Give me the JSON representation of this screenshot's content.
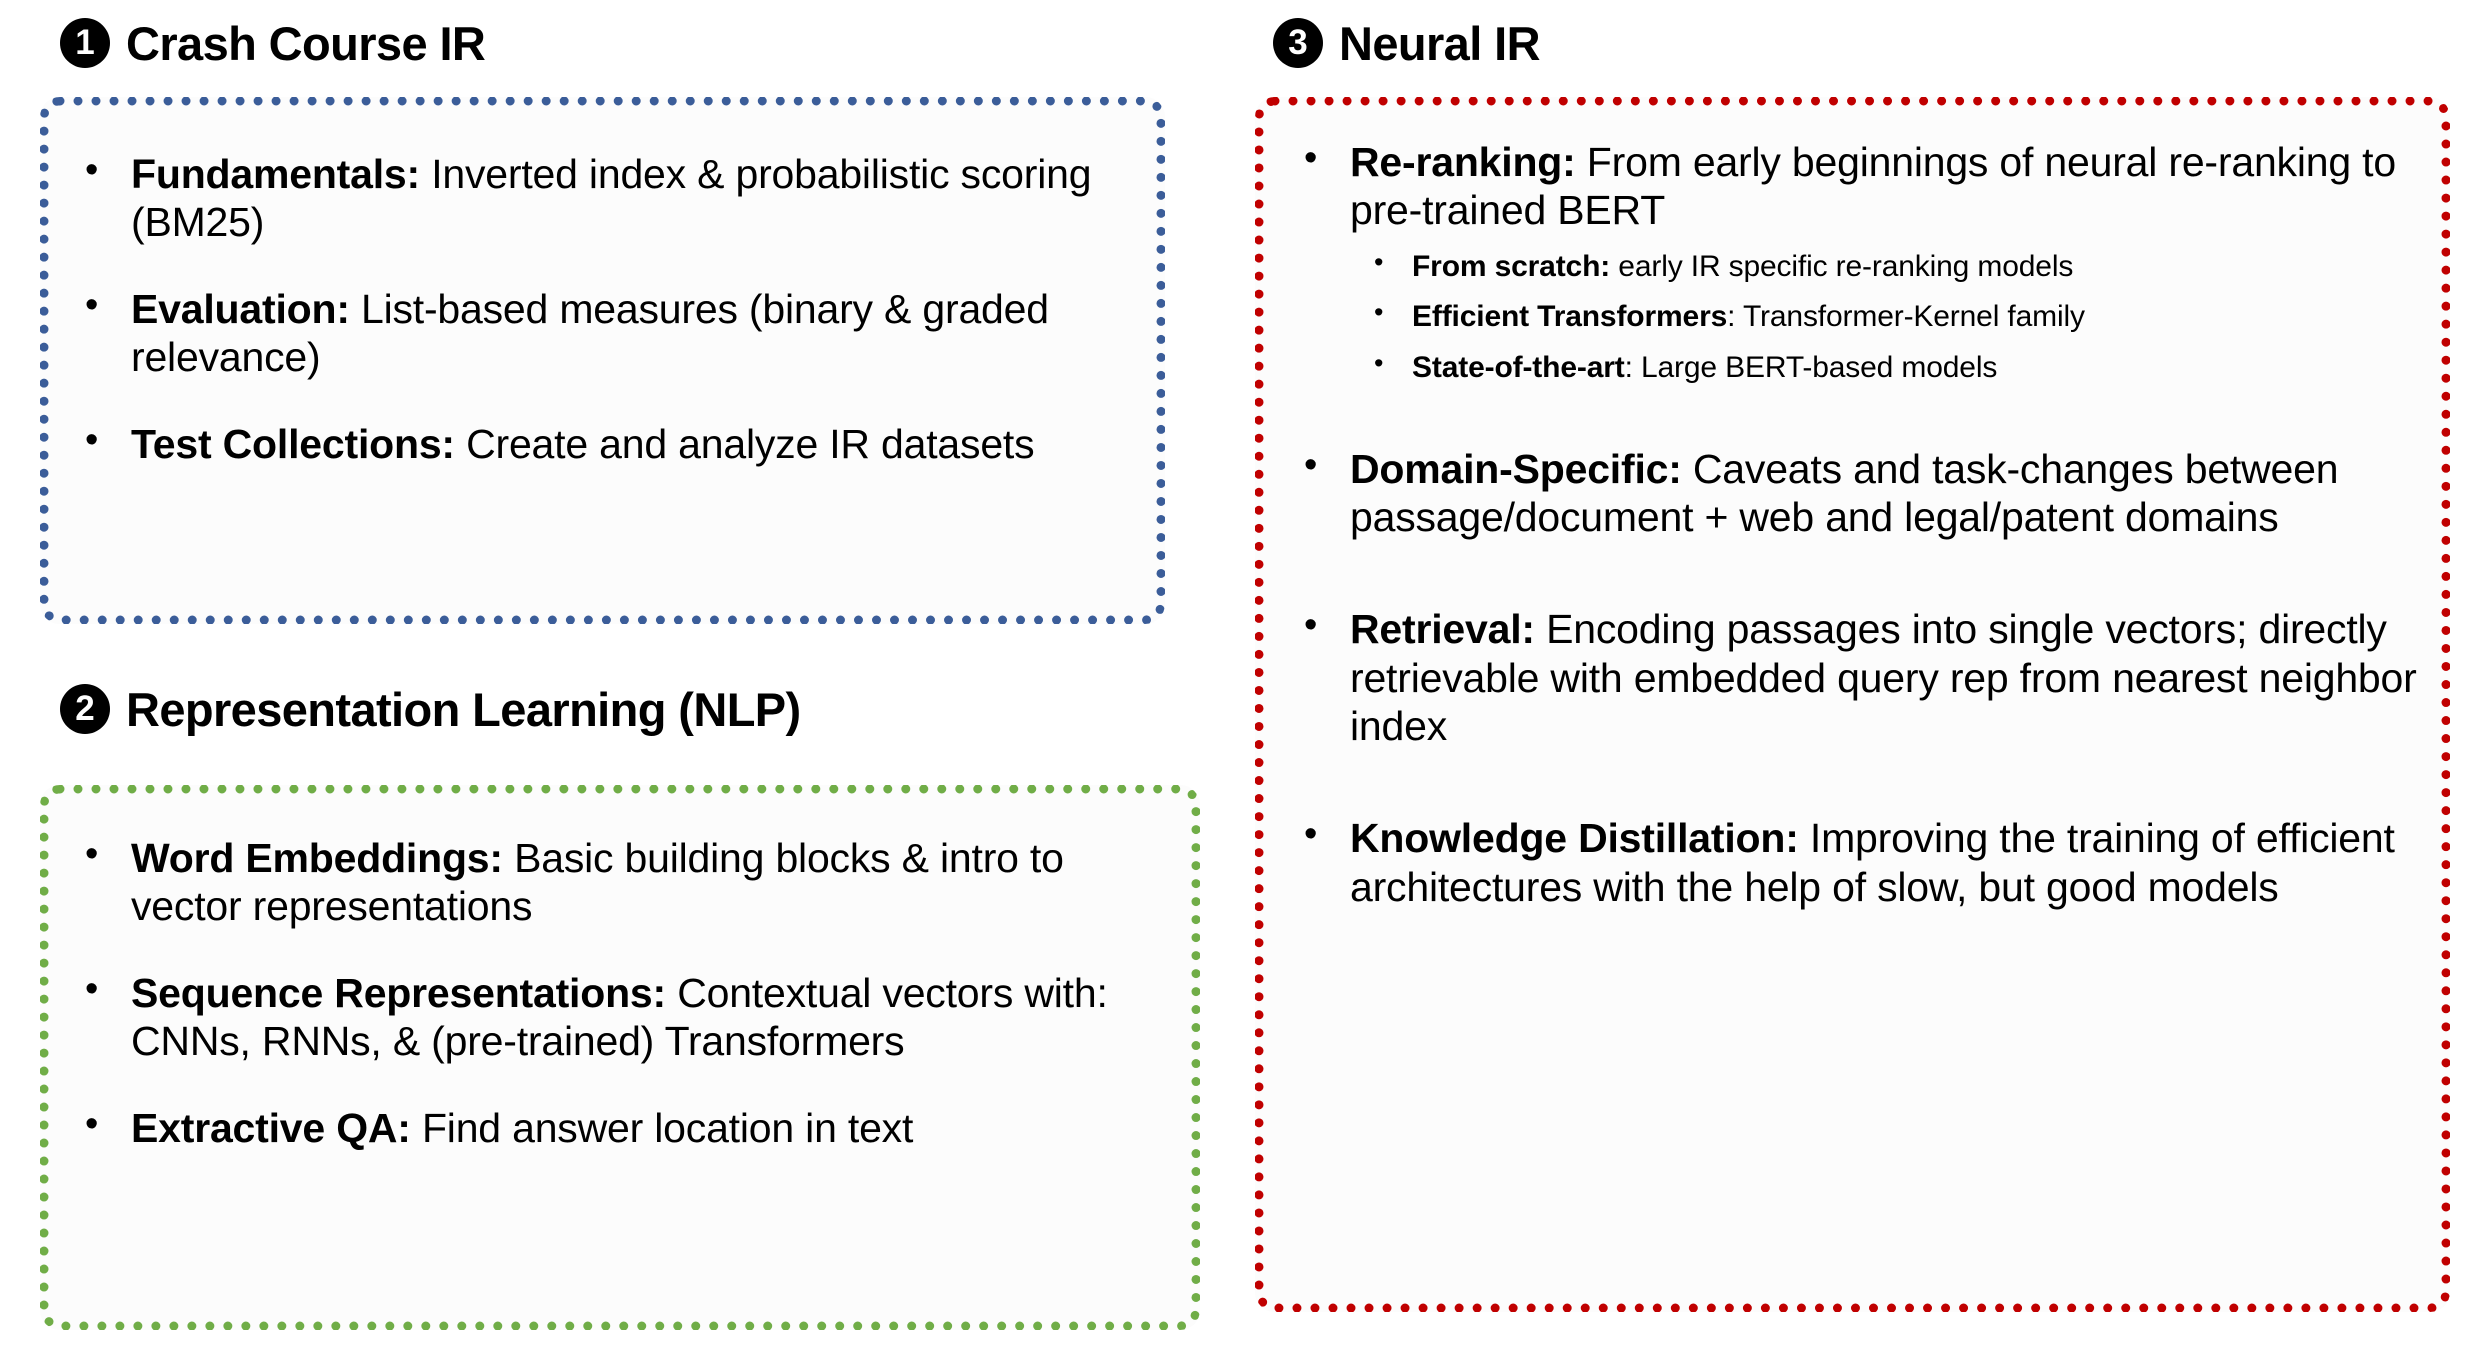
{
  "sections": [
    {
      "number": "1",
      "title": "Crash Course IR",
      "border_color": "#3B5D99",
      "bullets": [
        {
          "term": "Fundamentals:",
          "text": " Inverted index & probabilistic scoring (BM25)"
        },
        {
          "term": "Evaluation:",
          "text": " List-based measures (binary & graded relevance)"
        },
        {
          "term": "Test Collections:",
          "text": " Create and analyze IR datasets"
        }
      ]
    },
    {
      "number": "2",
      "title": "Representation Learning (NLP)",
      "border_color": "#70AD47",
      "bullets": [
        {
          "term": "Word Embeddings:",
          "text": " Basic building blocks & intro to vector representations"
        },
        {
          "term": "Sequence Representations:",
          "text": " Contextual vectors with: CNNs, RNNs, & (pre-trained) Transformers"
        },
        {
          "term": "Extractive QA:",
          "text": " Find answer location in text"
        }
      ]
    },
    {
      "number": "3",
      "title": "Neural IR",
      "border_color": "#C00000",
      "bullets": [
        {
          "term": "Re-ranking:",
          "text": " From early beginnings of neural re-ranking to pre-trained BERT",
          "sub": [
            {
              "term": "From scratch:",
              "text": " early IR specific re-ranking models"
            },
            {
              "term": "Efficient Transformers",
              "text": ": Transformer-Kernel family"
            },
            {
              "term": "State-of-the-art",
              "text": ": Large BERT-based models"
            }
          ]
        },
        {
          "term": "Domain-Specific:",
          "text": " Caveats and task-changes between passage/document + web and legal/patent domains"
        },
        {
          "term": "Retrieval:",
          "text": " Encoding passages into single vectors; directly retrievable with embedded query rep from nearest neighbor index"
        },
        {
          "term": "Knowledge Distillation:",
          "text": " Improving the training of efficient architectures with the help of slow, but good models"
        }
      ]
    }
  ],
  "colors": {
    "background": "#FFFFFF",
    "text": "#000000",
    "badge": "#000000",
    "box_fill": "#FCFCFC",
    "blue": "#3B5D99",
    "green": "#70AD47",
    "red": "#C00000"
  }
}
